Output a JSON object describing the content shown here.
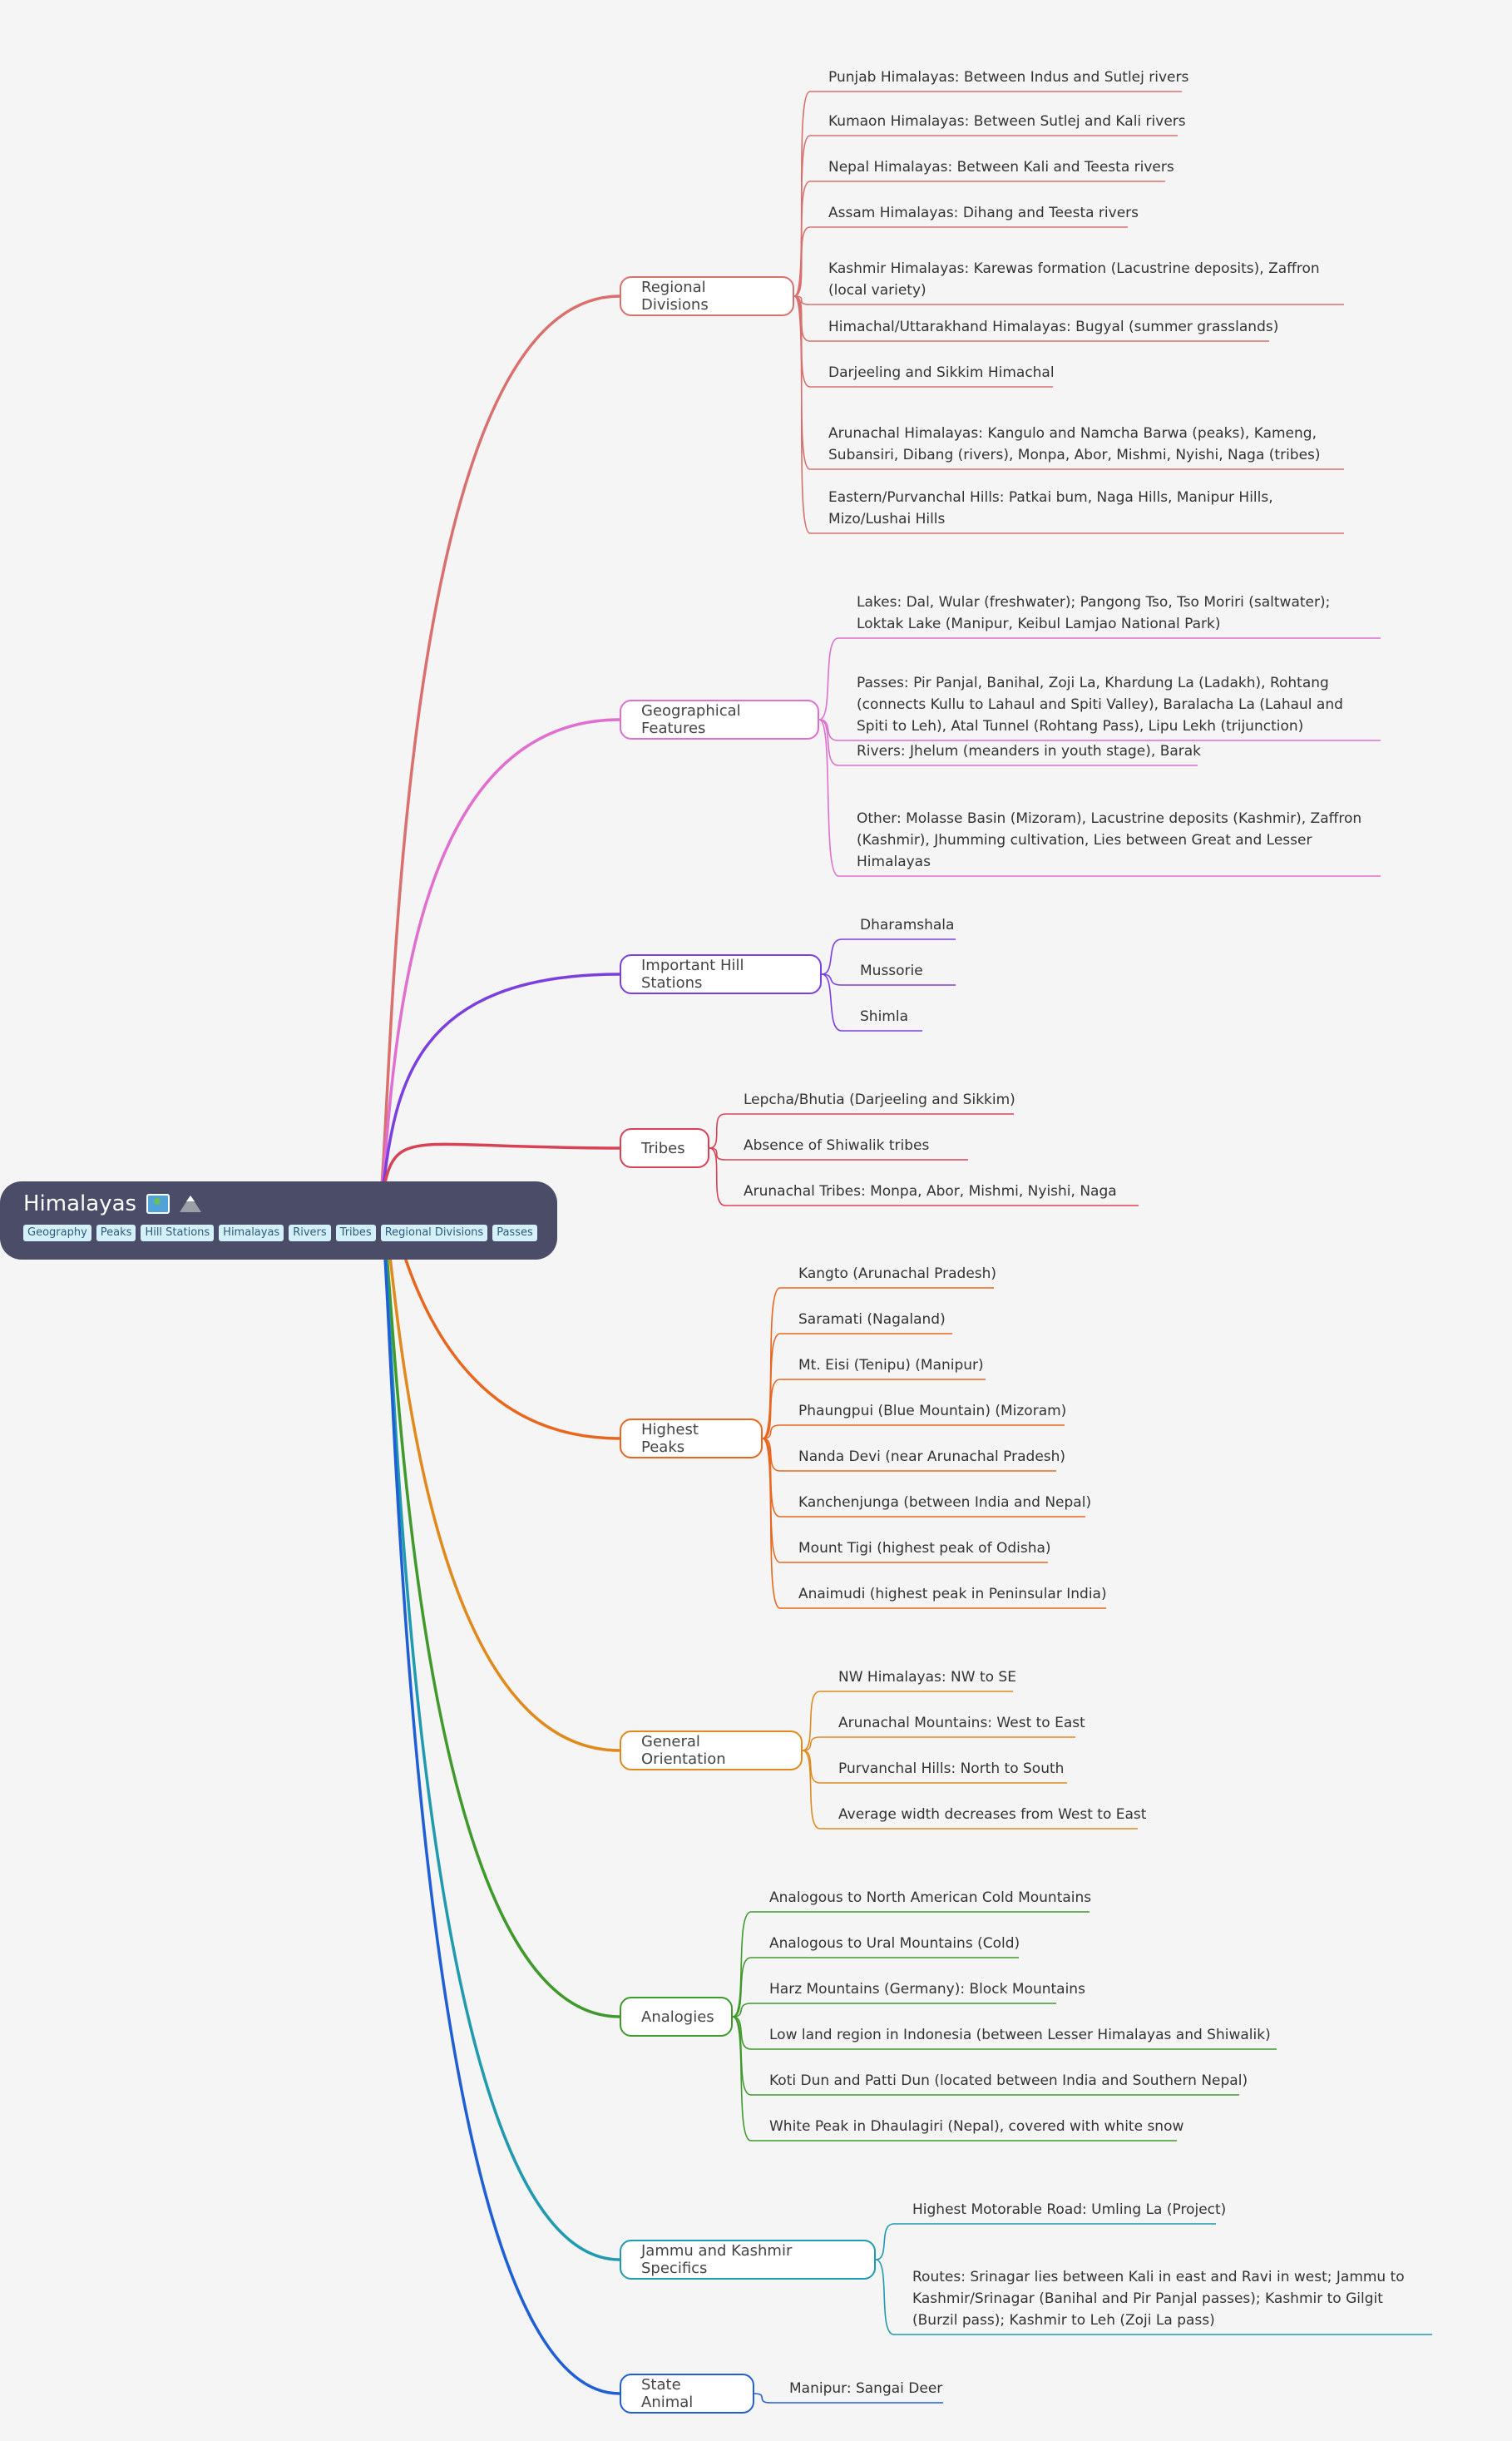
{
  "root": {
    "title": "Himalayas",
    "tags": [
      "Geography",
      "Peaks",
      "Hill Stations",
      "Himalayas",
      "Rivers",
      "Tribes",
      "Regional Divisions",
      "Passes"
    ]
  },
  "branches": [
    {
      "label": "Regional Divisions",
      "color": "#d9706e",
      "children": [
        "Punjab Himalayas: Between Indus and Sutlej rivers",
        "Kumaon Himalayas: Between Sutlej and Kali rivers",
        "Nepal Himalayas: Between Kali and Teesta rivers",
        "Assam Himalayas: Dihang and Teesta rivers",
        "Kashmir Himalayas: Karewas formation (Lacustrine deposits), Zaffron (local variety)",
        "Himachal/Uttarakhand Himalayas: Bugyal (summer grasslands)",
        "Darjeeling and Sikkim Himachal",
        "Arunachal Himalayas: Kangulo and Namcha Barwa (peaks), Kameng, Subansiri, Dibang (rivers), Monpa, Abor, Mishmi, Nyishi, Naga (tribes)",
        "Eastern/Purvanchal Hills: Patkai bum, Naga Hills, Manipur Hills, Mizo/Lushai Hills"
      ]
    },
    {
      "label": "Geographical Features",
      "color": "#e06fcf",
      "children": [
        "Lakes: Dal, Wular (freshwater); Pangong Tso, Tso Moriri (saltwater); Loktak Lake (Manipur, Keibul Lamjao National Park)",
        "Passes: Pir Panjal, Banihal, Zoji La, Khardung La (Ladakh), Rohtang (connects Kullu to Lahaul and Spiti Valley), Baralacha La (Lahaul and Spiti to Leh), Atal Tunnel (Rohtang Pass), Lipu Lekh (trijunction)",
        "Rivers: Jhelum (meanders in youth stage), Barak",
        "Other: Molasse Basin (Mizoram), Lacustrine deposits (Kashmir), Zaffron (Kashmir), Jhumming cultivation, Lies between Great and Lesser Himalayas"
      ]
    },
    {
      "label": "Important Hill Stations",
      "color": "#7b3fe0",
      "children": [
        "Dharamshala",
        "Mussorie",
        "Shimla"
      ]
    },
    {
      "label": "Tribes",
      "color": "#d94155",
      "children": [
        "Lepcha/Bhutia (Darjeeling and Sikkim)",
        "Absence of Shiwalik tribes",
        "Arunachal Tribes: Monpa, Abor, Mishmi, Nyishi, Naga"
      ]
    },
    {
      "label": "Highest Peaks",
      "color": "#e8661e",
      "children": [
        "Kangto (Arunachal Pradesh)",
        "Saramati (Nagaland)",
        "Mt. Eisi (Tenipu) (Manipur)",
        "Phaungpui (Blue Mountain) (Mizoram)",
        "Nanda Devi (near Arunachal Pradesh)",
        "Kanchenjunga (between India and Nepal)",
        "Mount Tigi (highest peak of Odisha)",
        "Anaimudi (highest peak in Peninsular India)"
      ]
    },
    {
      "label": "General Orientation",
      "color": "#e08a1e",
      "children": [
        "NW Himalayas: NW to SE",
        "Arunachal Mountains: West to East",
        "Purvanchal Hills: North to South",
        "Average width decreases from West to East"
      ]
    },
    {
      "label": "Analogies",
      "color": "#3f9a2b",
      "children": [
        "Analogous to North American Cold Mountains",
        "Analogous to Ural Mountains (Cold)",
        "Harz Mountains (Germany): Block Mountains",
        "Low land region in Indonesia (between Lesser Himalayas and Shiwalik)",
        "Koti Dun and Patti Dun (located between India and Southern Nepal)",
        "White Peak in Dhaulagiri (Nepal), covered with white snow"
      ]
    },
    {
      "label": "Jammu and Kashmir Specifics",
      "color": "#1f9aae",
      "children": [
        "Highest Motorable Road: Umling La (Project)",
        "Routes: Srinagar lies between Kali in east and Ravi in west; Jammu to Kashmir/Srinagar (Banihal and Pir Panjal passes); Kashmir to Gilgit (Burzil pass); Kashmir to Leh (Zoji La pass)"
      ]
    },
    {
      "label": "State Animal",
      "color": "#1f5fd6",
      "children": [
        "Manipur: Sangai Deer"
      ]
    }
  ]
}
